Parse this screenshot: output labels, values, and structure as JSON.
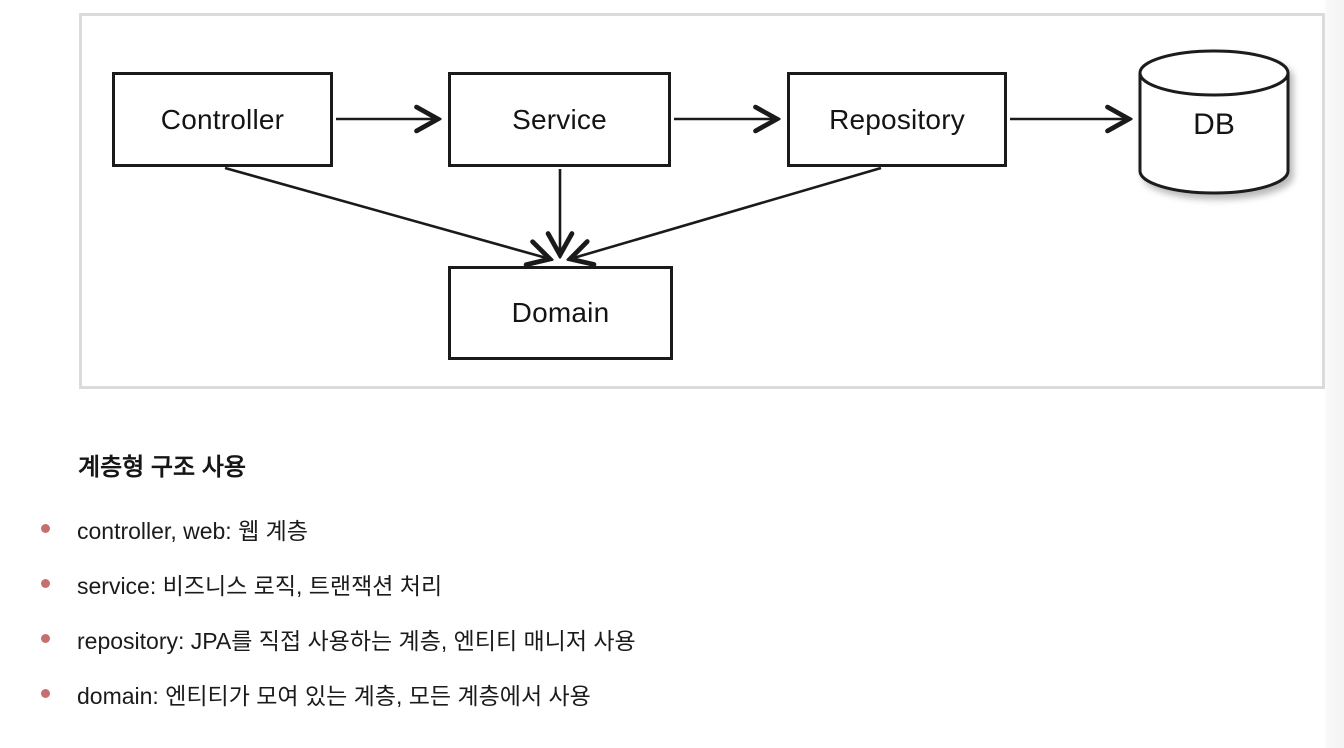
{
  "slide": {
    "background": "#ffffff",
    "right_gutter_color": "#f3f3f5"
  },
  "diagram_panel": {
    "border_color": "#dbdbdb",
    "background": "#ffffff",
    "stroke_color": "#1a1a1a",
    "nodes": [
      {
        "id": "controller",
        "label": "Controller",
        "shape": "rect"
      },
      {
        "id": "service",
        "label": "Service",
        "shape": "rect"
      },
      {
        "id": "repository",
        "label": "Repository",
        "shape": "rect"
      },
      {
        "id": "db",
        "label": "DB",
        "shape": "cylinder"
      },
      {
        "id": "domain",
        "label": "Domain",
        "shape": "rect"
      }
    ],
    "edges": [
      {
        "from": "controller",
        "to": "service"
      },
      {
        "from": "service",
        "to": "repository"
      },
      {
        "from": "repository",
        "to": "db"
      },
      {
        "from": "controller",
        "to": "domain"
      },
      {
        "from": "service",
        "to": "domain"
      },
      {
        "from": "repository",
        "to": "domain"
      }
    ]
  },
  "notes": {
    "heading": "계층형 구조 사용",
    "bullet_color": "#c4706c",
    "items": [
      {
        "label": "controller, web: 웹 계층"
      },
      {
        "label": "service: 비즈니스 로직, 트랜잭션 처리"
      },
      {
        "label": "repository: JPA를 직접 사용하는 계층, 엔티티 매니저 사용"
      },
      {
        "label": "domain: 엔티티가 모여 있는 계층, 모든 계층에서 사용"
      }
    ]
  }
}
